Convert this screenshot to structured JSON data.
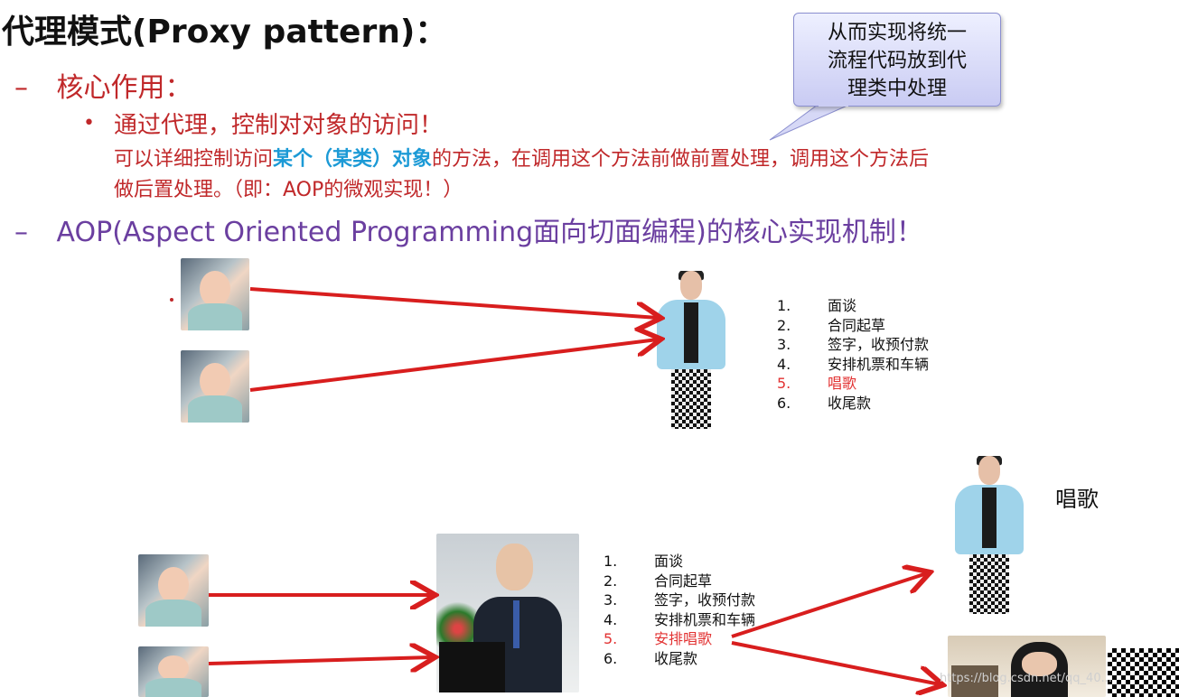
{
  "header": {
    "title": "代理模式(Proxy  pattern)："
  },
  "outline": {
    "dash": "–",
    "bullet": "•",
    "core_role": "核心作用：",
    "point_main": "通过代理，控制对对象的访问！",
    "point_detail_pre": "可以详细控制访问",
    "point_detail_highlight": "某个（某类）对象",
    "point_detail_post": "的方法，在调用这个方法前做前置处理，调用这个方法后",
    "point_detail_line2": "做后置处理。（即：AOP的微观实现！）",
    "aop_line": "AOP(Aspect  Oriented  Programming面向切面编程)的核心实现机制！"
  },
  "callout": {
    "line1": "从而实现将统一",
    "line2": "流程代码放到代",
    "line3": "理类中处理"
  },
  "top_diagram": {
    "items": [
      {
        "num": "1.",
        "text": "面谈",
        "highlight": false
      },
      {
        "num": "2.",
        "text": "合同起草",
        "highlight": false
      },
      {
        "num": "3.",
        "text": "签字，收预付款",
        "highlight": false
      },
      {
        "num": "4.",
        "text": "安排机票和车辆",
        "highlight": false
      },
      {
        "num": "5.",
        "text": "唱歌",
        "highlight": true
      },
      {
        "num": "6.",
        "text": "收尾款",
        "highlight": false
      }
    ]
  },
  "bottom_diagram": {
    "items": [
      {
        "num": "1.",
        "text": "面谈",
        "highlight": false
      },
      {
        "num": "2.",
        "text": "合同起草",
        "highlight": false
      },
      {
        "num": "3.",
        "text": "签字，收预付款",
        "highlight": false
      },
      {
        "num": "4.",
        "text": "安排机票和车辆",
        "highlight": false
      },
      {
        "num": "5.",
        "text": "安排唱歌",
        "highlight": true
      },
      {
        "num": "6.",
        "text": "收尾款",
        "highlight": false
      }
    ],
    "sing_label": "唱歌"
  },
  "watermark": "https://blog.csdn.net/qq_40...",
  "colors": {
    "red_text": "#c0282a",
    "highlight_blue": "#1c9ad6",
    "purple_text": "#6b3fa0",
    "arrow_red": "#d81e1e",
    "list_highlight": "#e23232"
  }
}
